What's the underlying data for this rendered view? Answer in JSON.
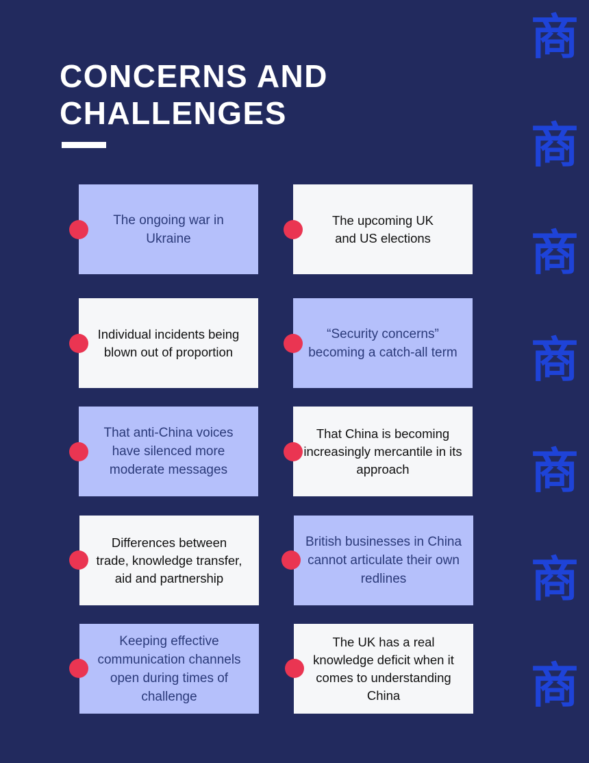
{
  "title": {
    "line1": "CONCERNS AND",
    "line2": "CHALLENGES"
  },
  "decoration": {
    "glyph": "商",
    "glyph_color": "#1e43d8"
  },
  "colors": {
    "background": "#222a5e",
    "card_blue": "#b5c0fb",
    "card_white": "#f6f7f9",
    "bullet": "#ea3552"
  },
  "cards": [
    {
      "text": "The ongoing war in Ukraine",
      "style": "blue"
    },
    {
      "text": "The upcoming UK and US elections",
      "style": "white"
    },
    {
      "text": "Individual incidents being blown out of proportion",
      "style": "white"
    },
    {
      "text": "“Security concerns” becoming a catch-all term",
      "style": "blue"
    },
    {
      "text": "That anti-China voices have silenced more moderate messages",
      "style": "blue"
    },
    {
      "text": "That China is becoming increasingly mercantile in its approach",
      "style": "white"
    },
    {
      "text": "Differences between trade, knowledge transfer, aid and partnership",
      "style": "white"
    },
    {
      "text": "British businesses in China cannot articulate their own redlines",
      "style": "blue"
    },
    {
      "text": "Keeping effective communication channels open during times of challenge",
      "style": "blue"
    },
    {
      "text": "The UK has a real knowledge deficit when it comes to understanding China",
      "style": "white"
    }
  ]
}
